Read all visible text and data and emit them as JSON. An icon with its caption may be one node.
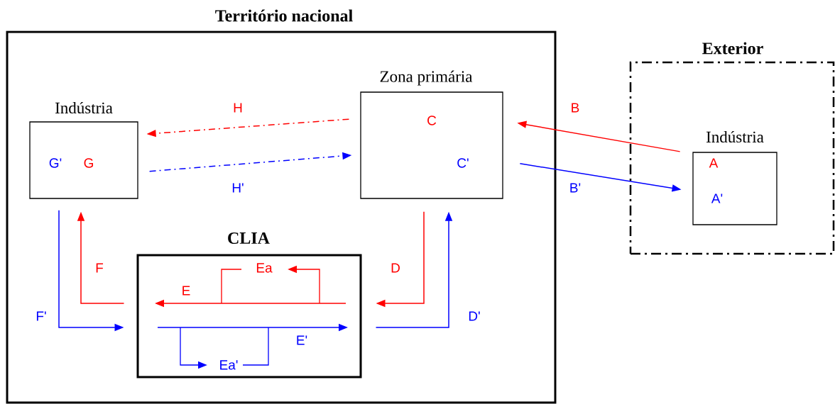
{
  "diagram": {
    "nodes": [
      {
        "text": [
          "Território nacional"
        ]
      },
      {
        "text": [
          "Indústria",
          "G'",
          "G"
        ],
        "in": 0
      },
      {
        "text": [
          "Zona primária",
          "C",
          "C'"
        ],
        "in": 0
      },
      {
        "text": [
          "CLIA"
        ],
        "in": 0
      },
      {
        "text": [
          "Exterior"
        ]
      },
      {
        "text": [
          "Indústria",
          "A",
          "A'"
        ],
        "in": 4
      }
    ],
    "edges": [
      {
        "from": 5,
        "to": 2,
        "arrow": "to",
        "label": "B",
        "color": "#ff0000"
      },
      {
        "from": 2,
        "to": 5,
        "arrow": "to",
        "label": "B'",
        "color": "#0000ff"
      },
      {
        "from": 2,
        "to": 1,
        "arrow": "to",
        "label": "H",
        "style": "dashed",
        "color": "#ff0000"
      },
      {
        "from": 1,
        "to": 2,
        "arrow": "to",
        "label": "H'",
        "style": "dashed",
        "color": "#0000ff"
      },
      {
        "from": 2,
        "to": 3,
        "arrow": "to",
        "label": "D",
        "color": "#ff0000"
      },
      {
        "from": 3,
        "to": 2,
        "arrow": "to",
        "label": "D'",
        "color": "#0000ff"
      },
      {
        "from": 3,
        "to": 1,
        "arrow": "to",
        "label": "F",
        "color": "#ff0000"
      },
      {
        "from": 1,
        "to": 3,
        "arrow": "to",
        "label": "F'",
        "color": "#0000ff"
      }
    ],
    "labels": [
      "E",
      "Ea",
      "E'",
      "Ea'"
    ]
  }
}
